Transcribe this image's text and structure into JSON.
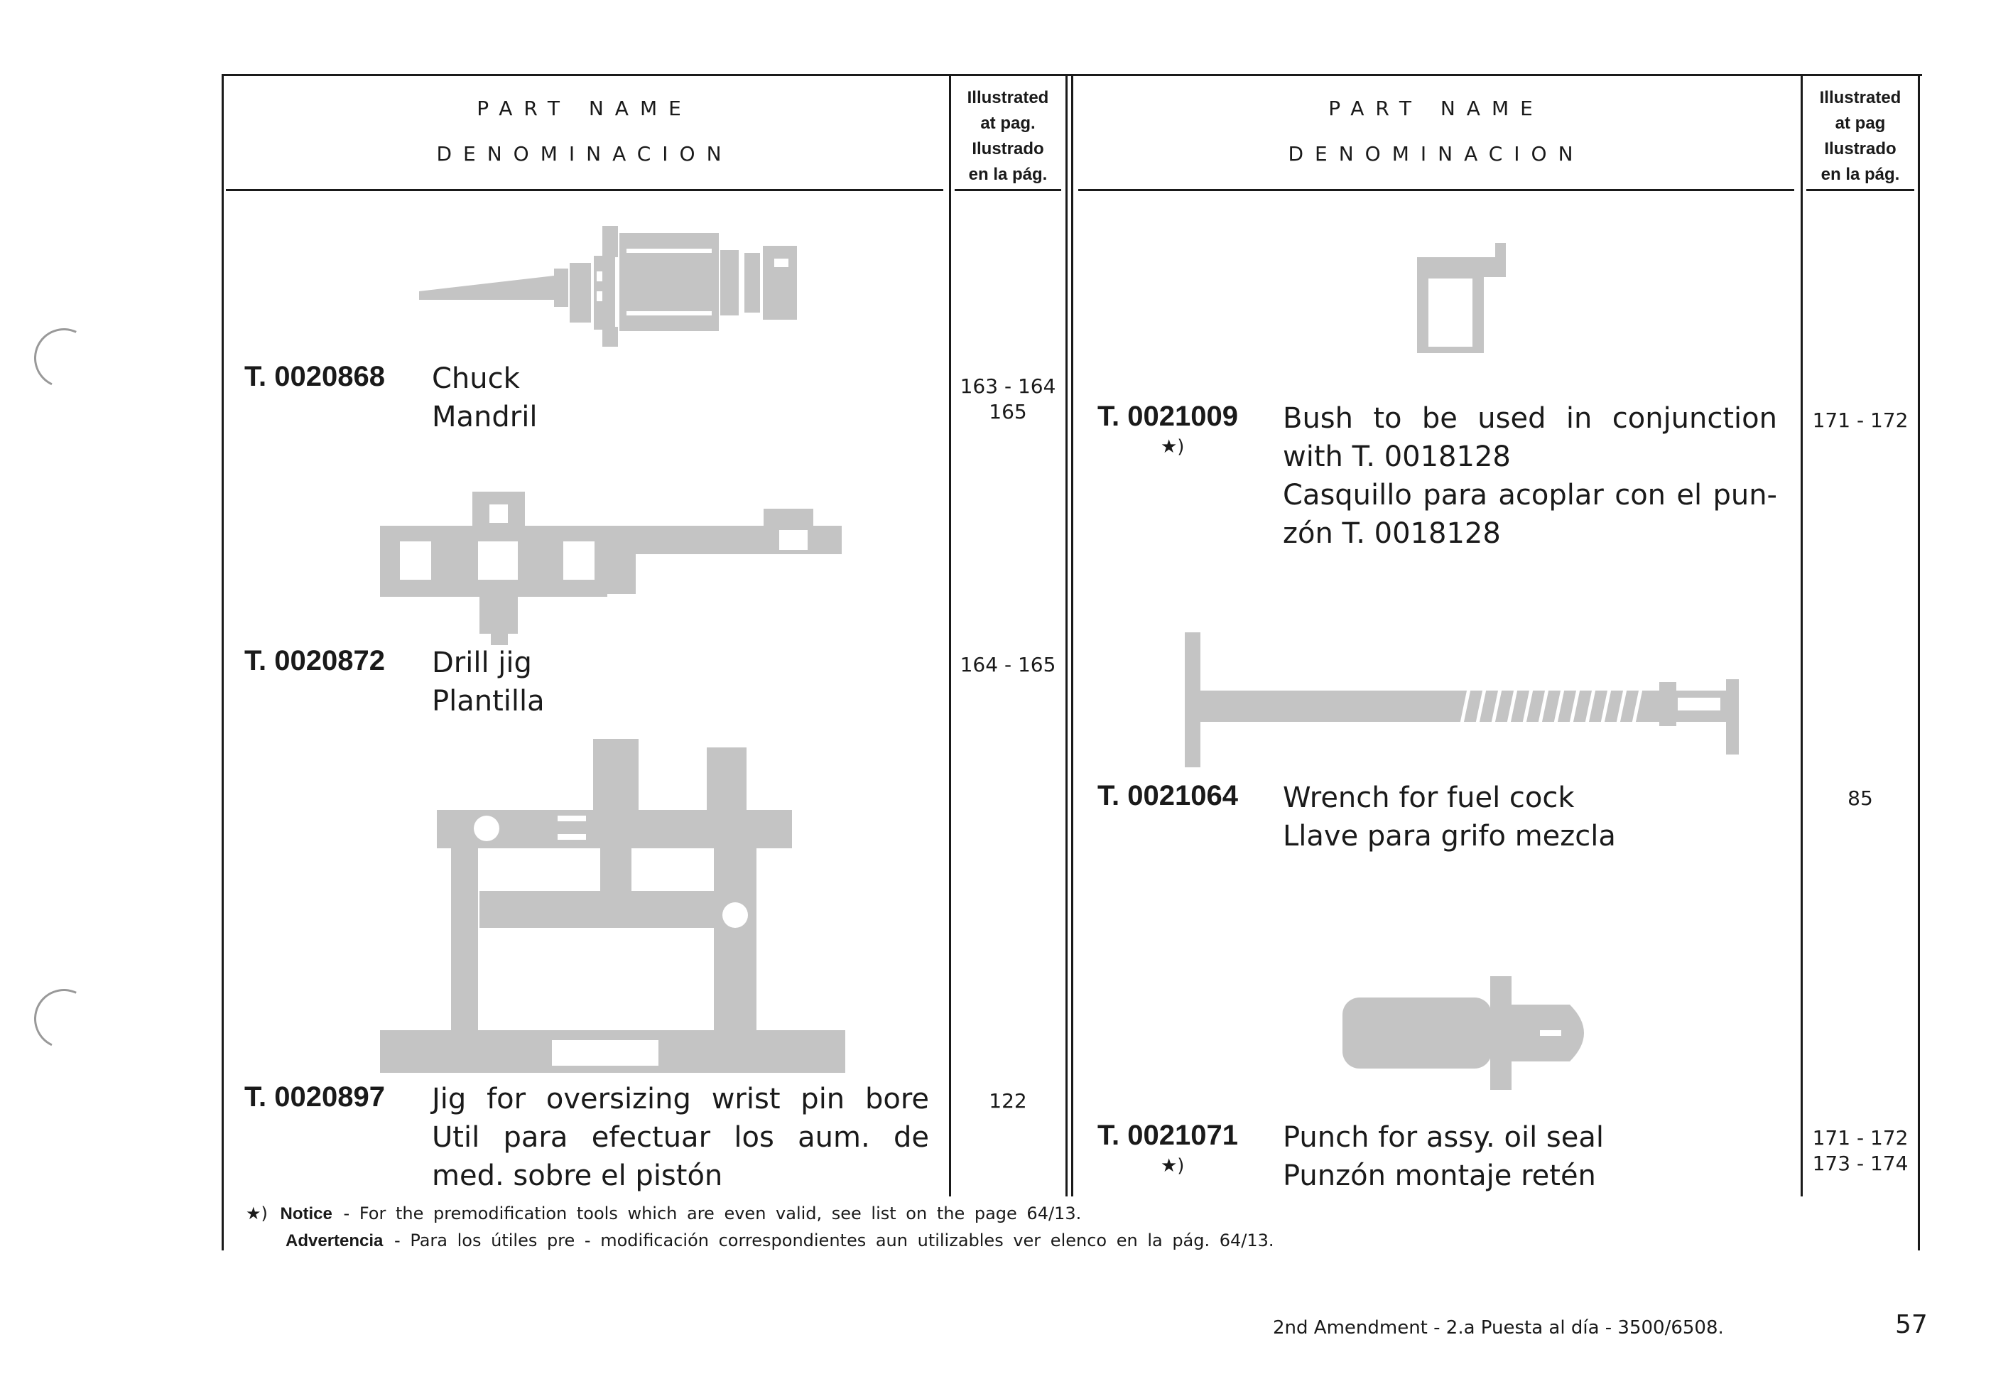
{
  "header": {
    "left_title": "PART NAME",
    "left_subtitle": "DENOMINACION",
    "right_title": "PART NAME",
    "right_subtitle": "DENOMINACION",
    "left_illustrated": [
      "Illustrated",
      "at pag.",
      "Ilustrado",
      "en la pág."
    ],
    "right_illustrated": [
      "Illustrated",
      "at pag",
      "Ilustrado",
      "en la pág."
    ]
  },
  "left_items": [
    {
      "code": "T. 0020868",
      "lines": [
        "Chuck",
        "Mandril"
      ],
      "pages": [
        "163 - 164",
        "165"
      ],
      "illustration": "chuck-tool"
    },
    {
      "code": "T. 0020872",
      "lines": [
        "Drill jig",
        "Plantilla"
      ],
      "pages": [
        "164 - 165"
      ],
      "illustration": "drill-jig-tool"
    },
    {
      "code": "T. 0020897",
      "lines": [
        "Jig for oversizing wrist pin bore",
        "Util para efectuar los aum. de",
        "med. sobre el pistón"
      ],
      "pages": [
        "122"
      ],
      "illustration": "oversizing-jig-tool"
    }
  ],
  "right_items": [
    {
      "code": "T. 0021009",
      "star": "★)",
      "lines": [
        "Bush to be used in conjunction",
        "with T. 0018128",
        "Casquillo para acoplar con el pun-",
        "zón T. 0018128"
      ],
      "pages": [
        "171 - 172"
      ],
      "illustration": "bush-tool"
    },
    {
      "code": "T. 0021064",
      "lines": [
        "Wrench for fuel cock",
        "Llave para grifo mezcla"
      ],
      "pages": [
        "85"
      ],
      "illustration": "wrench-tool"
    },
    {
      "code": "T. 0021071",
      "star": "★)",
      "lines": [
        "Punch for assy. oil seal",
        "Punzón montaje retén"
      ],
      "pages": [
        "171 - 172",
        "173 - 174"
      ],
      "illustration": "punch-tool"
    }
  ],
  "notice": {
    "mark": "★)",
    "en_label": "Notice",
    "en_text": "- For the premodification tools which are even valid, see list on the page 64/13.",
    "es_label": "Advertencia",
    "es_text": "- Para los útiles pre - modificación correspondientes aun utilizables ver elenco en la pág. 64/13."
  },
  "footer": {
    "amendment": "2nd Amendment - 2.a Puesta al día - 3500/6508.",
    "page_number": "57"
  },
  "colors": {
    "ink": "#1a1a1a",
    "illustration_grey": "#c4c4c4",
    "paper": "#ffffff"
  }
}
